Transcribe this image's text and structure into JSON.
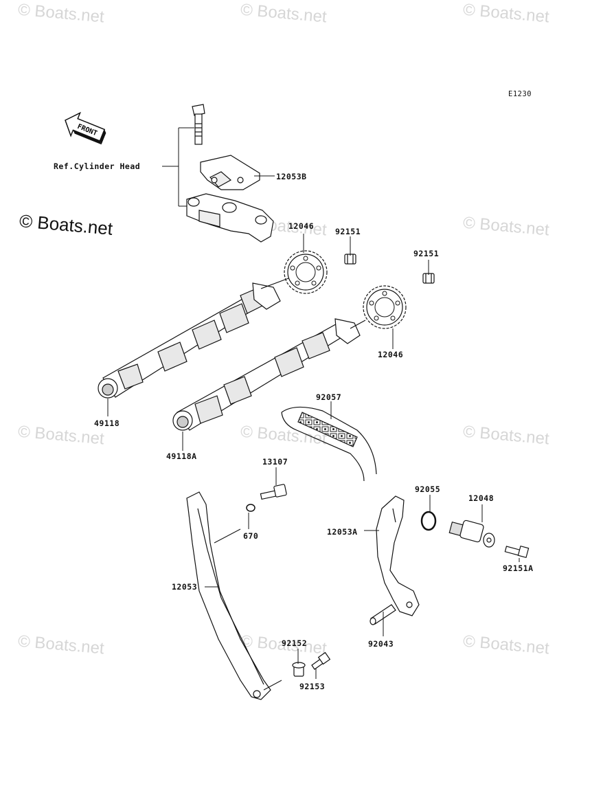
{
  "diagram_code": "E1230",
  "front_arrow_text": "FRONT",
  "watermarks": {
    "text": "© Boats.net",
    "main_text": "© Boats.net"
  },
  "labels": {
    "ref_cylinder_head": "Ref.Cylinder Head",
    "p12053B": "12053B",
    "p12046_top": "12046",
    "p92151_top": "92151",
    "p92151_right": "92151",
    "p12046_right": "12046",
    "p49118": "49118",
    "p49118A": "49118A",
    "p92057": "92057",
    "p13107": "13107",
    "p670": "670",
    "p92055": "92055",
    "p12048": "12048",
    "p12053A": "12053A",
    "p92151A": "92151A",
    "p12053": "12053",
    "p92043": "92043",
    "p92152": "92152",
    "p92153": "92153"
  }
}
